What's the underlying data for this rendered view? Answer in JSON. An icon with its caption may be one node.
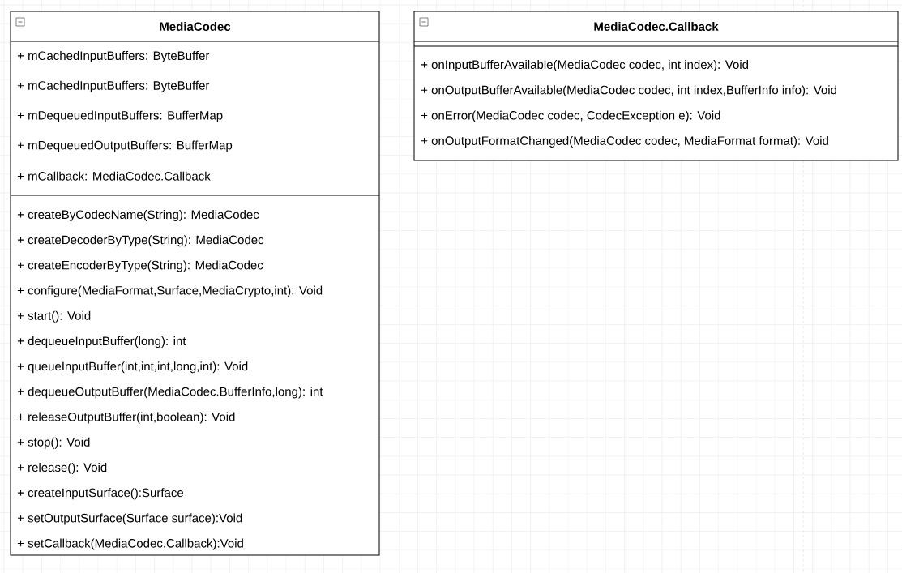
{
  "diagram": {
    "nodes": [
      {
        "text": [
          "MediaCodec",
          "+ mCachedInputBuffers: ByteBuffer",
          "+ mCachedInputBuffers: ByteBuffer",
          "+ mDequeuedInputBuffers: BufferMap",
          "+ mDequeuedOutputBuffers: BufferMap",
          "+ mCallback: MediaCodec.Callback",
          "+ createByCodecName(String): MediaCodec",
          "+ createDecoderByType(String): MediaCodec",
          "+ createEncoderByType(String): MediaCodec",
          "+ configure(MediaFormat,Surface,MediaCrypto,int): Void",
          "+ start(): Void",
          "+ dequeueInputBuffer(long): int",
          "+ queueInputBuffer(int,int,int,long,int): Void",
          "+ dequeueOutputBuffer(MediaCodec.BufferInfo,long): int",
          "+ releaseOutputBuffer(int,boolean): Void",
          "+ stop(): Void",
          "+ release(): Void",
          "+ createInputSurface():Surface",
          "+ setOutputSurface(Surface surface):Void",
          "+ setCallback(MediaCodec.Callback):Void"
        ]
      },
      {
        "text": [
          "MediaCodec.Callback",
          "+ onInputBufferAvailable(MediaCodec codec, int index): Void",
          "+ onOutputBufferAvailable(MediaCodec codec, int index,BufferInfo info): Void",
          "+ onError(MediaCodec codec, CodecException e): Void",
          "+ onOutputFormatChanged(MediaCodec codec, MediaFormat format): Void"
        ]
      }
    ]
  }
}
